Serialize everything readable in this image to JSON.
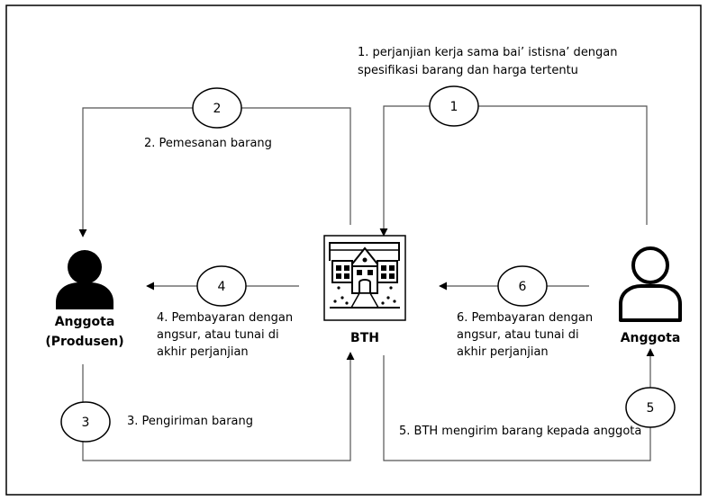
{
  "nodes": {
    "producer": {
      "line1": "Anggota",
      "line2": "(Produsen)"
    },
    "bth": {
      "label": "BTH"
    },
    "member": {
      "label": "Anggota"
    }
  },
  "steps": [
    {
      "number": "1",
      "text_lines": [
        "1. perjanjian kerja sama bai’ istisna’ dengan",
        "spesifikasi barang dan harga tertentu"
      ]
    },
    {
      "number": "2",
      "text_lines": [
        "2. Pemesanan barang"
      ]
    },
    {
      "number": "3",
      "text_lines": [
        "3. Pengiriman barang"
      ]
    },
    {
      "number": "4",
      "text_lines": [
        "4. Pembayaran dengan",
        "angsur, atau tunai di",
        "akhir perjanjian"
      ]
    },
    {
      "number": "5",
      "text_lines": [
        "5. BTH mengirim barang kepada anggota"
      ]
    },
    {
      "number": "6",
      "text_lines": [
        "6. Pembayaran dengan",
        "angsur, atau tunai di",
        "akhir perjanjian"
      ]
    }
  ]
}
